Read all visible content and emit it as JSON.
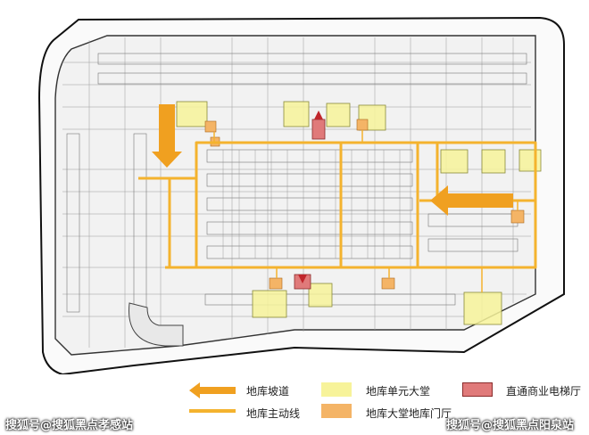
{
  "legend": {
    "ramp": "地库坡道",
    "main_route": "地库主动线",
    "unit_lobby": "地库单元大堂",
    "lobby_door": "地库大堂地库门厅",
    "commercial_elevator": "直通商业电梯厅"
  },
  "watermarks": {
    "left": "搜狐号@搜狐黑点孝感站",
    "right": "搜狐号@搜狐黑点阳泉站"
  },
  "colors": {
    "ramp": "#f0a020",
    "main_route": "#f4b32e",
    "unit_lobby": "#f7f39a",
    "lobby_door": "#f4b466",
    "commercial_elevator": "#e07a7a",
    "linework": "#555555"
  }
}
